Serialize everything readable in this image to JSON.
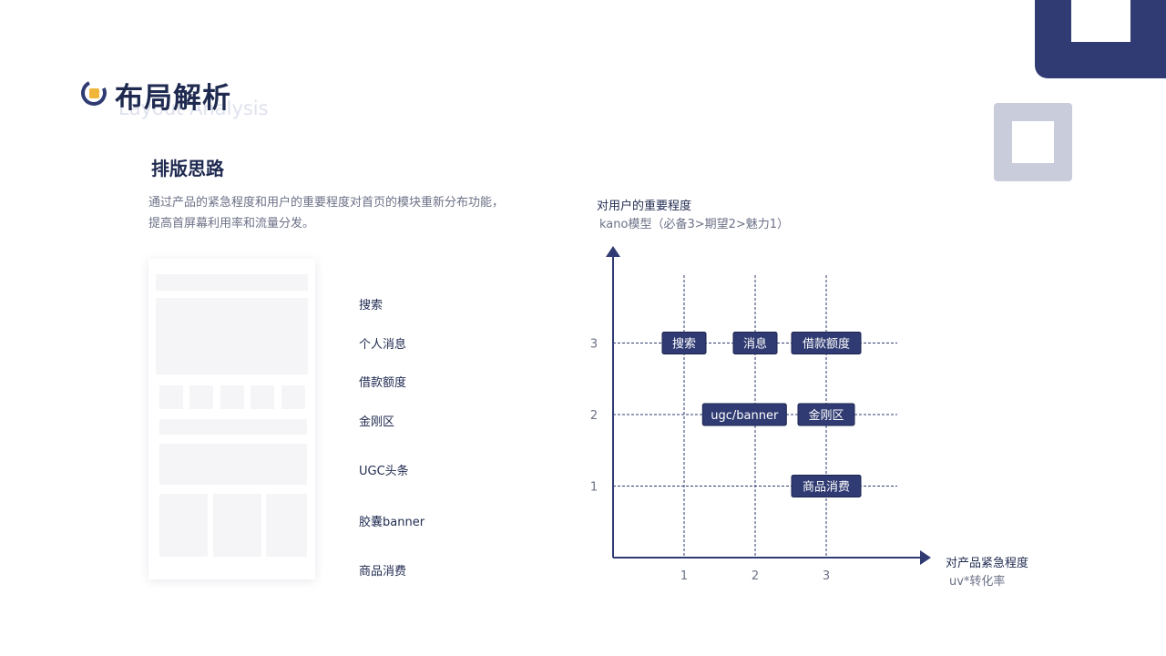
{
  "header": {
    "title_cn": "布局解析",
    "title_en": "Layout Analysis"
  },
  "section": {
    "title": "排版思路",
    "description_line1": "通过产品的紧急程度和用户的重要程度对首页的模块重新分布功能，",
    "description_line2": "提高首屏幕利用率和流量分发。"
  },
  "modules": [
    "搜索",
    "个人消息",
    "借款额度",
    "金刚区",
    "UGC头条",
    "胶囊banner",
    "商品消费"
  ],
  "colors": {
    "primary": "#2f3b72",
    "accent": "#f0b63a",
    "muted": "#c9ccda"
  },
  "chart_data": {
    "type": "scatter",
    "ylabel": "对用户的重要程度",
    "ylabel_sub": "kano模型（必备3>期望2>魅力1）",
    "xlabel": "对产品紧急程度",
    "xlabel_sub": "uv*转化率",
    "x_ticks": [
      "1",
      "2",
      "3"
    ],
    "y_ticks": [
      "1",
      "2",
      "3"
    ],
    "grid": true,
    "points": [
      {
        "label": "搜索",
        "x": 1,
        "y": 3
      },
      {
        "label": "消息",
        "x": 2,
        "y": 3
      },
      {
        "label": "借款额度",
        "x": 3,
        "y": 3
      },
      {
        "label": "ugc/banner",
        "x": 1.85,
        "y": 2
      },
      {
        "label": "金刚区",
        "x": 3,
        "y": 2
      },
      {
        "label": "商品消费",
        "x": 3,
        "y": 1
      }
    ]
  }
}
